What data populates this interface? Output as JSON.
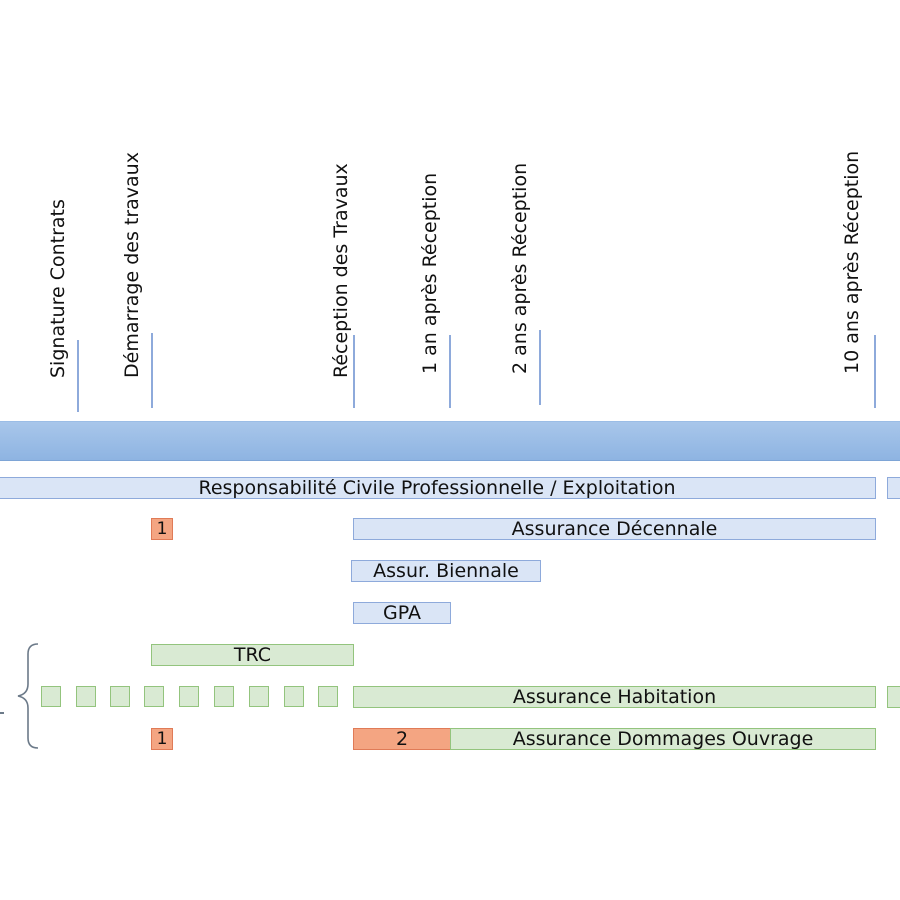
{
  "milestones": [
    "Signature Contrats",
    "Démarrage des travaux",
    "Réception des Travaux",
    "1 an après Réception",
    "2 ans après Réception",
    "10 ans après Réception"
  ],
  "bars": {
    "rc_pro": "Responsabilité Civile Professionnelle / Exploitation",
    "marker_1_decennale": "1",
    "decennale": "Assurance Décennale",
    "biennale": "Assur. Biennale",
    "gpa": "GPA",
    "trc": "TRC",
    "habitation": "Assurance Habitation",
    "marker_1_do": "1",
    "marker_2_do": "2",
    "dommages_ouvrage": "Assurance Dommages Ouvrage"
  },
  "colors": {
    "band": "#8eb4e2",
    "blue_bar": "#dae5f6",
    "green_bar": "#d9ead3",
    "orange_marker": "#f4a582",
    "tick": "#8eaadb"
  }
}
